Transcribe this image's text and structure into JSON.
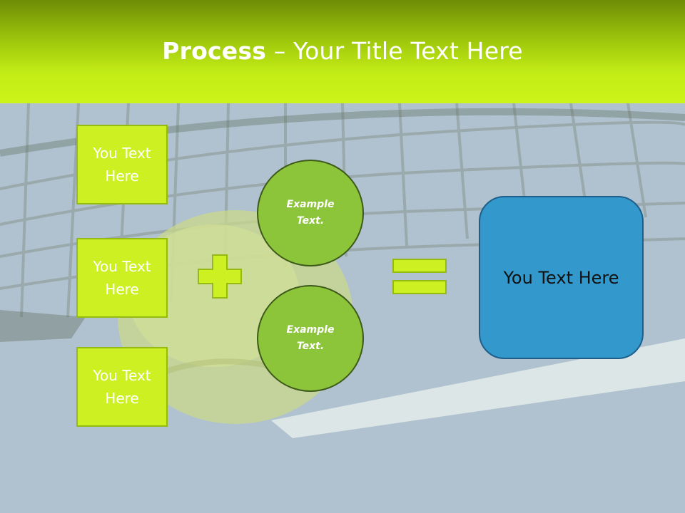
{
  "header": {
    "title_bold": "Process",
    "title_rest": " – Your Title Text Here"
  },
  "inputs": [
    {
      "label": "You Text Here"
    },
    {
      "label": "You Text Here"
    },
    {
      "label": "You Text Here"
    }
  ],
  "circles": [
    {
      "label": "Example Text."
    },
    {
      "label": "Example Text."
    }
  ],
  "result": {
    "label": "You Text Here"
  },
  "colors": {
    "header_green": "#c2ec16",
    "box_fill": "#ccf022",
    "circle_fill": "#8cc43a",
    "result_fill": "#3399cc"
  },
  "icons": {
    "plus": "plus-icon",
    "equals": "equals-icon"
  }
}
